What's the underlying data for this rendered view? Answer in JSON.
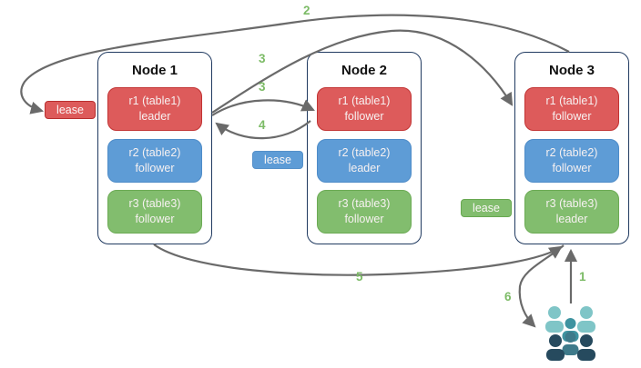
{
  "nodes": [
    {
      "title": "Node 1",
      "replicas": [
        {
          "label": "r1 (table1)",
          "role": "leader"
        },
        {
          "label": "r2 (table2)",
          "role": "follower"
        },
        {
          "label": "r3 (table3)",
          "role": "follower"
        }
      ]
    },
    {
      "title": "Node 2",
      "replicas": [
        {
          "label": "r1 (table1)",
          "role": "follower"
        },
        {
          "label": "r2 (table2)",
          "role": "leader"
        },
        {
          "label": "r3 (table3)",
          "role": "follower"
        }
      ]
    },
    {
      "title": "Node 3",
      "replicas": [
        {
          "label": "r1 (table1)",
          "role": "follower"
        },
        {
          "label": "r2 (table2)",
          "role": "follower"
        },
        {
          "label": "r3 (table3)",
          "role": "leader"
        }
      ]
    }
  ],
  "leases": {
    "table1_label": "lease",
    "table2_label": "lease",
    "table3_label": "lease"
  },
  "steps": {
    "s1": "1",
    "s2": "2",
    "s3a": "3",
    "s3b": "3",
    "s4": "4",
    "s5": "5",
    "s6": "6"
  },
  "colors": {
    "replica_red": "#DD5B5B",
    "replica_blue": "#5E9CD6",
    "replica_green": "#82BD6E",
    "node_border": "#203A60",
    "arrow": "#6A6A6A",
    "step_label": "#7CBB66",
    "users_light": "#7FC5C7",
    "users_mid": "#3E93A0",
    "users_dark": "#264A5E"
  }
}
